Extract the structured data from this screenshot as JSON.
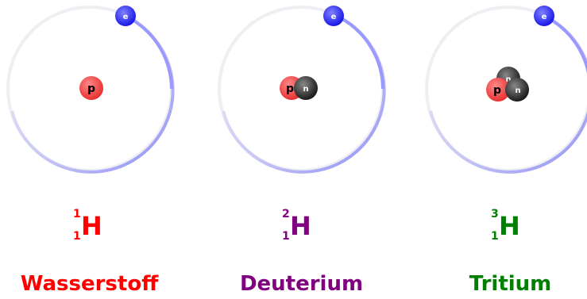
{
  "electron_label": "e",
  "proton_label": "p",
  "neutron_label": "n",
  "isotopes": [
    {
      "symbol": "H",
      "mass_number": "1",
      "atomic_number": "1",
      "name": "Wasserstoff",
      "color": "#ff0000"
    },
    {
      "symbol": "H",
      "mass_number": "2",
      "atomic_number": "1",
      "name": "Deuterium",
      "color": "#800080"
    },
    {
      "symbol": "H",
      "mass_number": "3",
      "atomic_number": "1",
      "name": "Tritium",
      "color": "#008000"
    }
  ],
  "colors": {
    "proton": "#ff4444",
    "neutron": "#333333",
    "electron": "#3333ff",
    "orbit": "#9999ff"
  }
}
